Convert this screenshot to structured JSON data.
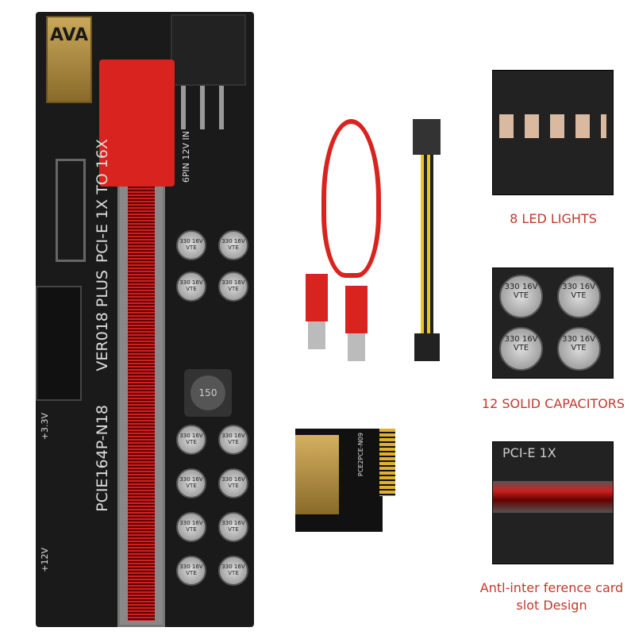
{
  "board": {
    "usb_label": "AVA",
    "model": "PCIE164P-N18",
    "version": "VER018 PLUS",
    "spec": "PCI-E 1X TO 16X",
    "power_in": "6PIN 12V IN",
    "rail_3v3": "+3.3V",
    "rail_12v": "+12V",
    "inductor": "150",
    "cap_label": "330 16V VTE"
  },
  "adapter": {
    "label": "PCE2PCE-N09"
  },
  "features": [
    {
      "caption": "8 LED LIGHTS"
    },
    {
      "caption": "12 SOLID CAPACITORS",
      "cap_label": "330 16V VTE"
    },
    {
      "caption": "Antl-inter ference card slot Design",
      "slot_label": "PCI-E 1X"
    }
  ],
  "colors": {
    "caption": "#c0392b",
    "slot_red": "#d9231e",
    "board": "#1a1a1a"
  }
}
